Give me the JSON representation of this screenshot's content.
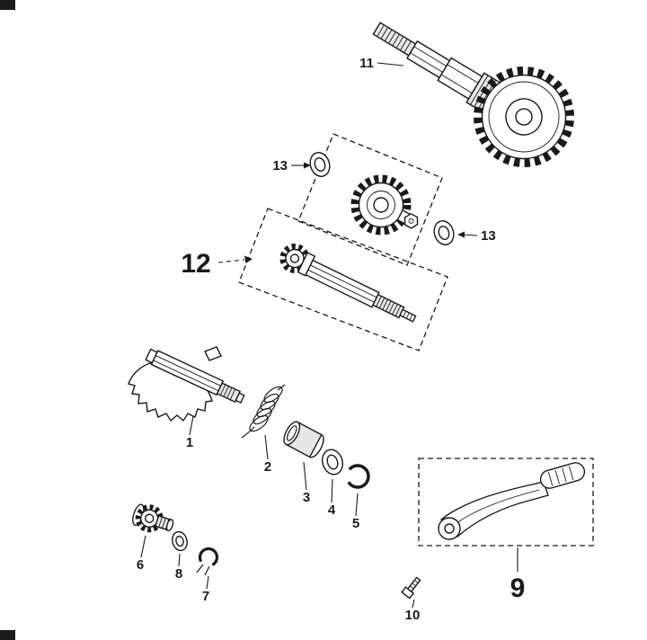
{
  "colors": {
    "background": "#ffffff",
    "line": "#1a1a1a",
    "shade": "#e6e6e6"
  },
  "diagram": {
    "type": "exploded-parts-diagram",
    "labels": {
      "1": "1",
      "2": "2",
      "3": "3",
      "4": "4",
      "5": "5",
      "6": "6",
      "7": "7",
      "8": "8",
      "9": "9",
      "10": "10",
      "11": "11",
      "12": "12",
      "13": "13"
    }
  }
}
